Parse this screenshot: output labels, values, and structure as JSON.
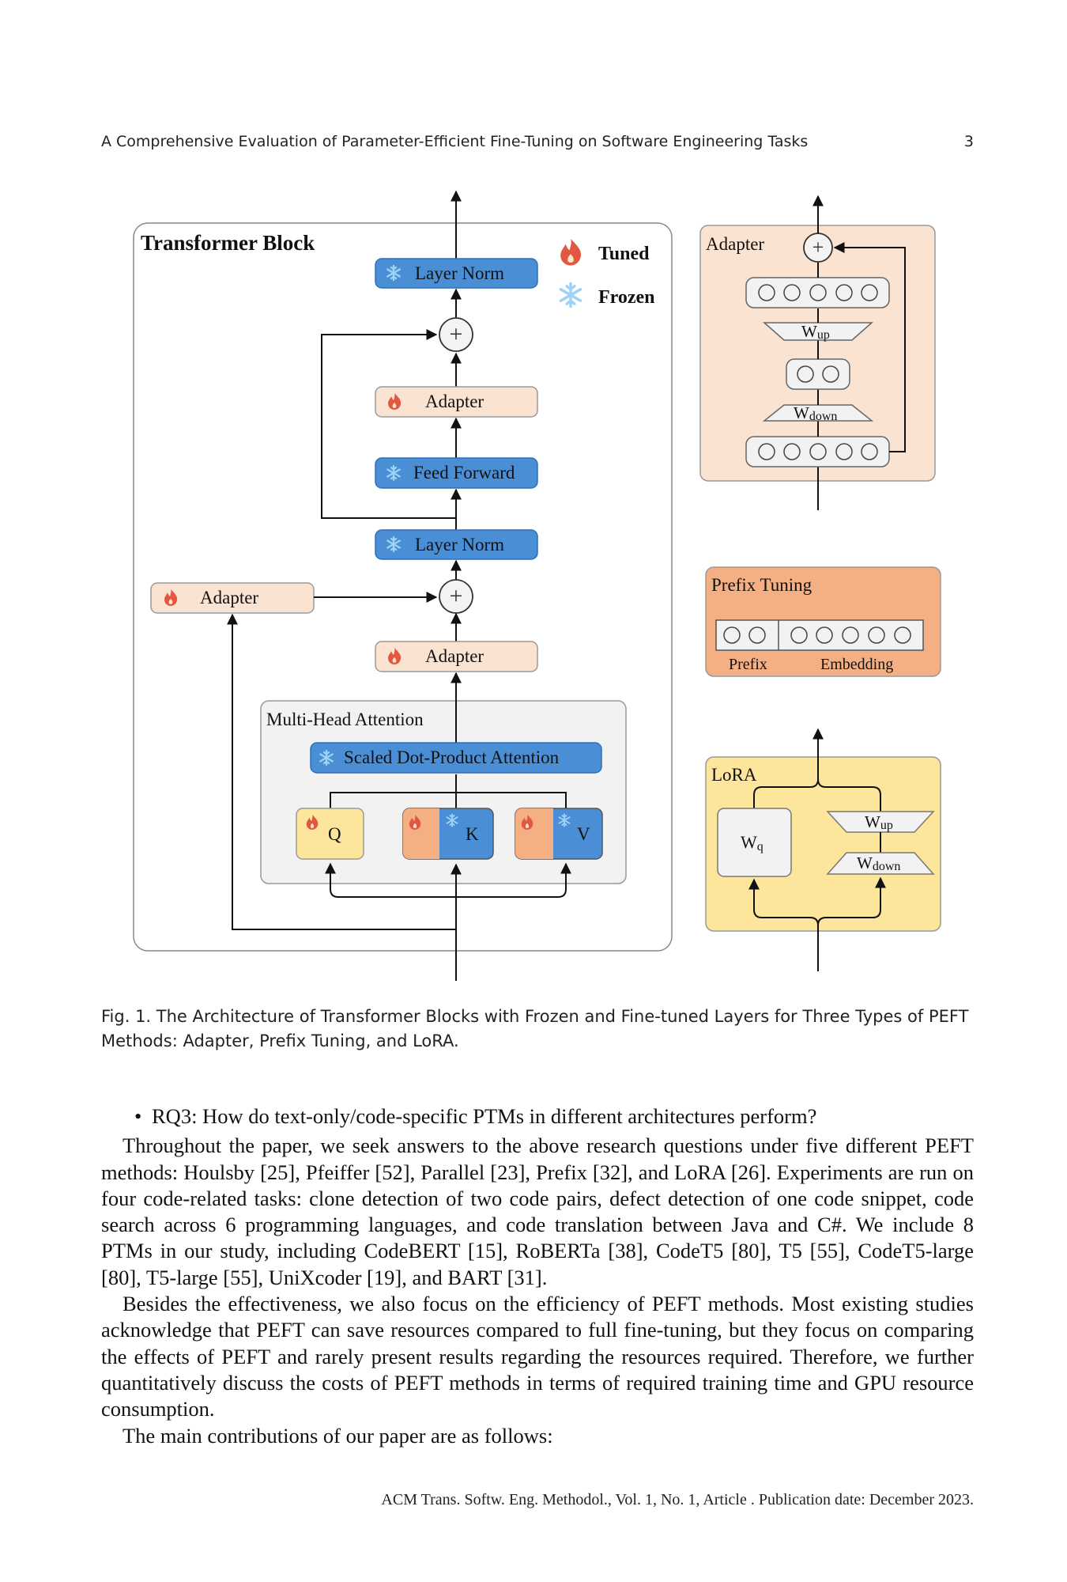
{
  "header": {
    "title": "A Comprehensive Evaluation of Parameter-Efficient Fine-Tuning on Software Engineering Tasks",
    "page_number": "3"
  },
  "figure": {
    "transformer_block": {
      "title": "Transformer Block",
      "legend_tuned": "Tuned",
      "legend_frozen": "Frozen",
      "layer_norm_top": "Layer Norm",
      "adapter_upper": "Adapter",
      "feed_forward": "Feed Forward",
      "layer_norm_mid": "Layer Norm",
      "adapter_side": "Adapter",
      "adapter_lower": "Adapter",
      "mha_title": "Multi-Head Attention",
      "sdpa": "Scaled Dot-Product Attention",
      "q": "Q",
      "k": "K",
      "v": "V"
    },
    "adapter_panel": {
      "title": "Adapter",
      "w_up": "W",
      "w_up_sub": "up",
      "w_down": "W",
      "w_down_sub": "down"
    },
    "prefix_panel": {
      "title": "Prefix Tuning",
      "prefix_label": "Prefix",
      "embedding_label": "Embedding"
    },
    "lora_panel": {
      "title": "LoRA",
      "wq": "W",
      "wq_sub": "q",
      "w_up": "W",
      "w_up_sub": "up",
      "w_down": "W",
      "w_down_sub": "down"
    },
    "colors": {
      "frozen_blue": "#4a8fd6",
      "tuned_peach": "#fbe3d2",
      "adapter_panel": "#fbe3d2",
      "prefix_panel": "#f4af82",
      "lora_panel": "#fde69b",
      "q_yellow": "#fde69b",
      "kv_orange": "#f4af82"
    }
  },
  "caption": "Fig. 1.  The Architecture of Transformer Blocks with Frozen and Fine-tuned Layers for Three Types of PEFT Methods: Adapter, Prefix Tuning, and LoRA.",
  "body": {
    "bullet": "RQ3: How do text-only/code-specific PTMs in different architectures perform?",
    "p1": "Throughout the paper, we seek answers to the above research questions under five different PEFT methods: Houlsby [25], Pfeiffer [52], Parallel [23], Prefix [32], and LoRA [26]. Experiments are run on four code-related tasks: clone detection of two code pairs, defect detection of one code snippet, code search across 6 programming languages, and code translation between Java and C#. We include 8 PTMs in our study, including CodeBERT [15], RoBERTa [38], CodeT5 [80], T5 [55], CodeT5-large [80], T5-large [55], UniXcoder [19], and BART [31].",
    "p2": "Besides the effectiveness, we also focus on the efficiency of PEFT methods. Most existing studies acknowledge that PEFT can save resources compared to full fine-tuning, but they focus on comparing the effects of PEFT and rarely present results regarding the resources required. Therefore, we further quantitatively discuss the costs of PEFT methods in terms of required training time and GPU resource consumption.",
    "p3": "The main contributions of our paper are as follows:"
  },
  "footer": "ACM Trans. Softw. Eng. Methodol., Vol. 1, No. 1, Article . Publication date: December 2023."
}
